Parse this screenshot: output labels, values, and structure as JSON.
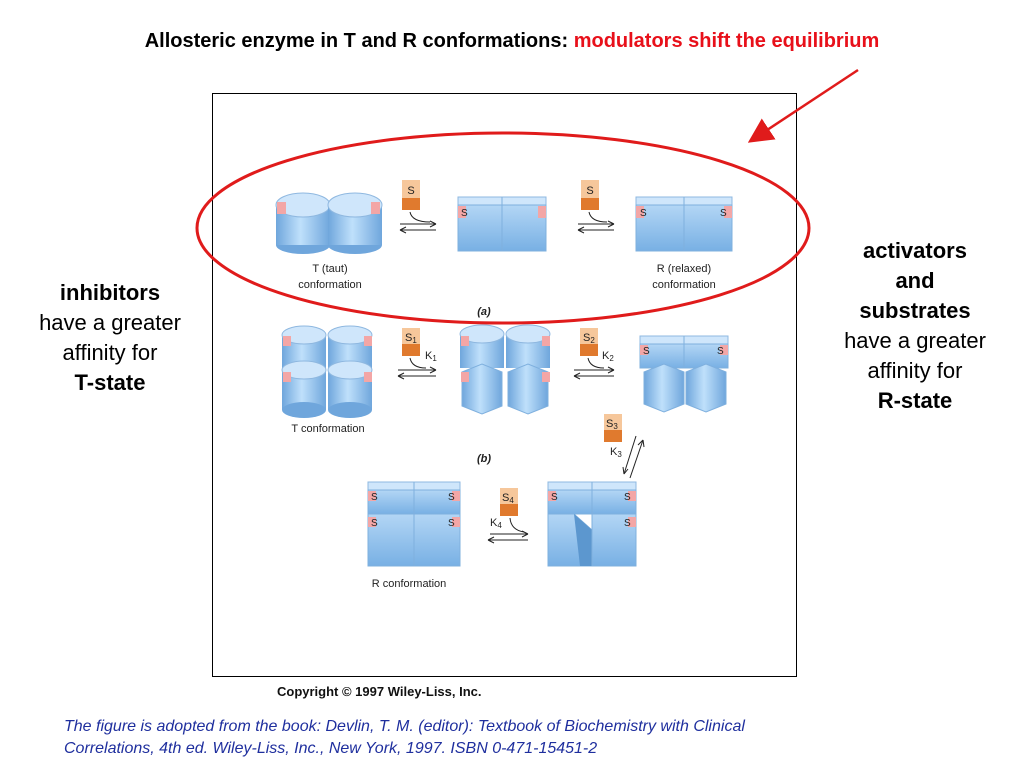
{
  "title": {
    "main": "Allosteric enzyme in T and R conformations: ",
    "highlight": "modulators shift the equilibrium",
    "highlight_color": "#e8101a"
  },
  "left_note": {
    "line1": "inhibitors",
    "line2": "have a greater",
    "line3": "affinity for",
    "line4": "T-state"
  },
  "right_note": {
    "line1": "activators",
    "line2": "and",
    "line3": "substrates",
    "line4": "have a greater",
    "line5": "affinity for",
    "line6": "R-state"
  },
  "figure": {
    "panel_a": {
      "label": "(a)",
      "t_caption_1": "T (taut)",
      "t_caption_2": "conformation",
      "r_caption_1": "R (relaxed)",
      "r_caption_2": "conformation",
      "substrate": "S"
    },
    "panel_b": {
      "label": "(b)",
      "t_caption": "T conformation",
      "r_caption": "R conformation",
      "s1": "S",
      "s1_sub": "1",
      "s2": "S",
      "s2_sub": "2",
      "s3": "S",
      "s3_sub": "3",
      "s4": "S",
      "s4_sub": "4",
      "k1": "K",
      "k1_sub": "1",
      "k2": "K",
      "k2_sub": "2",
      "k3": "K",
      "k3_sub": "3",
      "k4": "K",
      "k4_sub": "4",
      "site": "S"
    },
    "colors": {
      "subunit": "#8fc1ec",
      "subunit_dark": "#5c97cf",
      "site": "#f3a6a6",
      "substrate": "#e07a2e",
      "ellipse": "#e01b1b"
    }
  },
  "copyright": "Copyright © 1997 Wiley-Liss, Inc.",
  "citation": {
    "line1": "The figure is adopted from the book: Devlin, T. M. (editor): Textbook of Biochemistry with Clinical",
    "line2": "Correlations, 4th ed. Wiley-Liss, Inc., New York, 1997. ISBN 0-471-15451-2"
  }
}
